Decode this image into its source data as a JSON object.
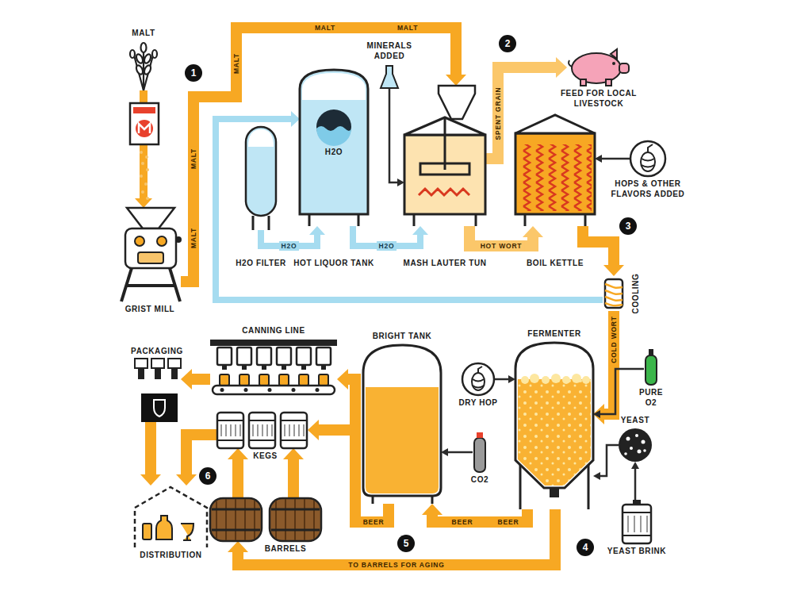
{
  "diagram": {
    "nodes": [
      {
        "text": [
          "MALT"
        ]
      },
      {
        "text": [
          "GRIST MILL"
        ]
      },
      {
        "text": [
          "H2O FILTER"
        ]
      },
      {
        "text": [
          "H2O",
          "HOT LIQUOR TANK"
        ]
      },
      {
        "text": [
          "MINERALS ADDED"
        ]
      },
      {
        "text": [
          "MASH LAUTER TUN"
        ]
      },
      {
        "text": [
          "FEED FOR LOCAL LIVESTOCK"
        ]
      },
      {
        "text": [
          "BOIL KETTLE"
        ]
      },
      {
        "text": [
          "HOPS & OTHER FLAVORS ADDED"
        ]
      },
      {
        "text": [
          "COOLING"
        ]
      },
      {
        "text": [
          "PURE O2"
        ]
      },
      {
        "text": [
          "CANNING LINE"
        ]
      },
      {
        "text": [
          "PACKAGING"
        ]
      },
      {
        "text": [
          "BRIGHT TANK"
        ]
      },
      {
        "text": [
          "DRY HOP"
        ]
      },
      {
        "text": [
          "CO2"
        ]
      },
      {
        "text": [
          "FERMENTER"
        ]
      },
      {
        "text": [
          "YEAST"
        ]
      },
      {
        "text": [
          "YEAST BRINK"
        ]
      },
      {
        "text": [
          "KEGS"
        ]
      },
      {
        "text": [
          "BARRELS"
        ]
      },
      {
        "text": [
          "DISTRIBUTION"
        ]
      }
    ],
    "edges": [
      {
        "from": 0,
        "to": 1,
        "arrow": "to"
      },
      {
        "from": 1,
        "to": 5,
        "label": "MALT",
        "arrow": "to"
      },
      {
        "from": 9,
        "to": 3,
        "arrow": "to"
      },
      {
        "from": 2,
        "to": 3,
        "label": "H2O",
        "arrow": "to"
      },
      {
        "from": 3,
        "to": 5,
        "label": "H2O",
        "arrow": "to"
      },
      {
        "from": 4,
        "to": 5,
        "arrow": "to"
      },
      {
        "from": 5,
        "to": 7,
        "label": "HOT WORT",
        "arrow": "to"
      },
      {
        "from": 5,
        "to": 6,
        "label": "SPENT GRAIN",
        "arrow": "to"
      },
      {
        "from": 8,
        "to": 7,
        "arrow": "to"
      },
      {
        "from": 7,
        "to": 9,
        "arrow": "to"
      },
      {
        "from": 9,
        "to": 16,
        "label": "COLD WORT",
        "arrow": "to"
      },
      {
        "from": 10,
        "to": 16,
        "arrow": "to"
      },
      {
        "from": 14,
        "to": 16,
        "arrow": "to"
      },
      {
        "from": 17,
        "to": 16,
        "arrow": "to"
      },
      {
        "from": 18,
        "to": 17,
        "arrow": "to"
      },
      {
        "from": 16,
        "to": 13,
        "label": "BEER",
        "arrow": "to"
      },
      {
        "from": 15,
        "to": 13,
        "arrow": "to"
      },
      {
        "from": 13,
        "to": 11,
        "label": "BEER",
        "arrow": "to"
      },
      {
        "from": 13,
        "to": 19,
        "arrow": "to"
      },
      {
        "from": 11,
        "to": 12,
        "arrow": "to"
      },
      {
        "from": 12,
        "to": 21,
        "arrow": "to"
      },
      {
        "from": 19,
        "to": 21,
        "arrow": "to"
      },
      {
        "from": 16,
        "to": 20,
        "label": "TO BARRELS FOR AGING",
        "arrow": "to"
      },
      {
        "from": 20,
        "to": 19,
        "arrow": "to"
      },
      {
        "from": 20,
        "to": 19,
        "arrow": "to"
      }
    ],
    "labels": [
      "MALT",
      "MALT",
      "MALT",
      "MALT",
      "BEER",
      "1",
      "2",
      "3",
      "4",
      "5",
      "6"
    ]
  }
}
